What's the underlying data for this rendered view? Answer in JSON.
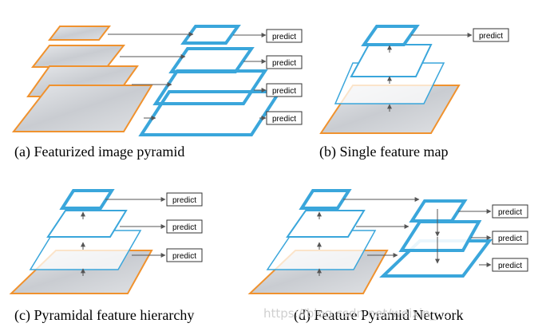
{
  "panels": {
    "a": {
      "caption": "(a) Featurized image pyramid"
    },
    "b": {
      "caption": "(b) Single feature map"
    },
    "c": {
      "caption": "(c) Pyramidal feature hierarchy"
    },
    "d": {
      "caption": "(d) Feature Pyramid Network"
    }
  },
  "labels": {
    "predict": "predict"
  },
  "watermark": "https://blog.csdn.net/weixin_...",
  "colors": {
    "image_border": "#f0922e",
    "feature_border": "#3aa6db",
    "arrow": "#555555",
    "image_fill": "#d6d8dc"
  }
}
